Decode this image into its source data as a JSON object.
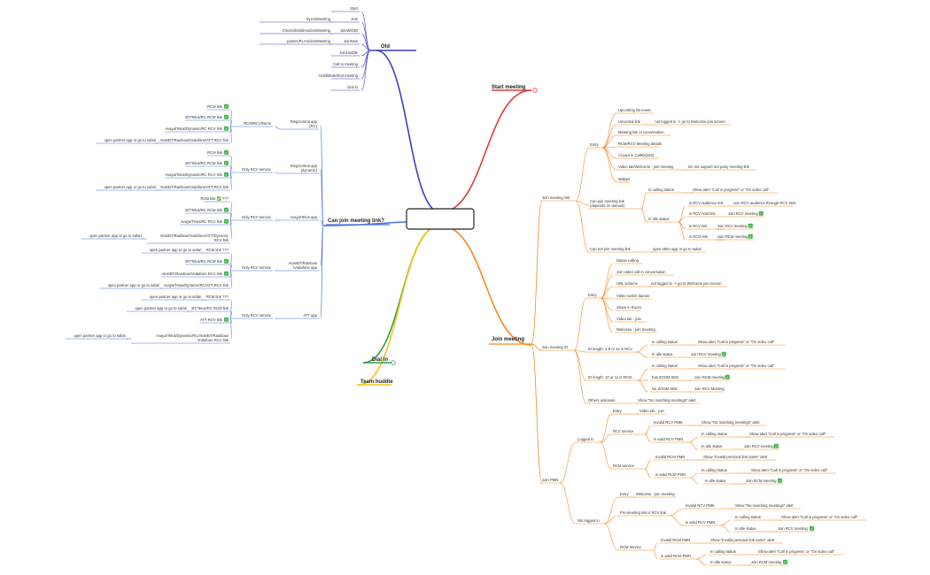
{
  "root": {
    "label": ""
  },
  "check": "✅",
  "colors": {
    "old": "#3b3fc4",
    "start": "#e53935",
    "join": "#f5891f",
    "can": "#4f72d8",
    "dial": "#2e9e48",
    "team": "#f5c518",
    "root_border": "#222222"
  },
  "branches": {
    "old": "Old",
    "start_meeting": "Start meeting",
    "join_meeting": "Join meeting",
    "can_join": "Can join meeting link?",
    "dial_in": "Dial in",
    "team_huddle": "Team huddle"
  },
  "old": [
    {
      "label": "Start"
    },
    {
      "label": "Join",
      "left": "tryJoinMeeting"
    },
    {
      "label": "JoinWithID",
      "left": "CheckIdValidAndJoinMeeting"
    },
    {
      "label": "JoinNow",
      "left": "parseURLAndJoinMeeting"
    },
    {
      "label": "JoinHuddle"
    },
    {
      "label": "Call to meeting"
    },
    {
      "label": "Hold/Mute/End meeting"
    },
    {
      "label": "Dial in"
    }
  ],
  "can_join": [
    {
      "app": "RingCentral app\n(RC)",
      "service": "RCM/RCV/None",
      "items": [
        {
          "label": "RCM link",
          "check": true
        },
        {
          "label": "BT/Telus/RC RCM link",
          "check": true
        },
        {
          "label": "Avaya/Telus/Dynamic/RC RCV link",
          "check": true
        },
        {
          "label": "Atos/BT/Rainbow/Vodafone/ATT RCV link",
          "left": "open partner app or go to safari"
        }
      ]
    },
    {
      "app": "RingCentral app\n(dynamic)",
      "service": "Only RCV service",
      "items": [
        {
          "label": "RCM link",
          "check": true
        },
        {
          "label": "BT/Telus/RC RCM link",
          "check": true
        },
        {
          "label": "Avaya/Telus/Dynamic/RC RCV link",
          "check": true
        },
        {
          "label": "Atos/BT/Rainbow/Vodafone/ATT RCV link",
          "left": "open partner app or go to safari"
        }
      ]
    },
    {
      "app": "Avaya/Telus app",
      "service": "Only RCV service",
      "items": [
        {
          "label": "RCM link ✅ ???"
        },
        {
          "label": "BT/Telus/RC RCM link",
          "check": true
        },
        {
          "label": "Avaya/Telus/RC RCV link",
          "check": true
        },
        {
          "label": "Atos/BT/Rainbow/Vodafone/ATT/Dynamic\nRCV link",
          "left": "open partner app or go to safari"
        }
      ]
    },
    {
      "app": "Atos/BT/Rainbow\n/Vodafone app",
      "service": "Only RCV service",
      "items": [
        {
          "label": "RCM link ???",
          "left": "open partner app or go to safari"
        },
        {
          "label": "BT/Telus/RC RCM link",
          "check": true
        },
        {
          "label": "Atos/BT/Rainbow/Vodafone RCV link",
          "check": true
        },
        {
          "label": "Avaya/Telus/Dynamic/RC/ATT RCV link",
          "left": "open partner app or go to safari"
        }
      ]
    },
    {
      "app": "ATT app",
      "service": "Only RCV service",
      "items": [
        {
          "label": "RCM link ???",
          "left": "open partner app or go to safari"
        },
        {
          "label": "BT/Telus/RC RCM link",
          "left": "open partner app or go to safari"
        },
        {
          "label": "ATT RCV link",
          "check": true
        },
        {
          "label": "Avaya/Telus/Dynamic/RC/Atos/BT/Rainbow/\nVodafone RCV link",
          "left": "open partner app or go to safari"
        }
      ]
    }
  ],
  "join_link": {
    "label": "Join meeting link",
    "entry_label": "Entry",
    "entries": [
      {
        "label": "Upcoming list event"
      },
      {
        "label": "Universal link",
        "right": "not logged in -> go to Welcome join screen"
      },
      {
        "label": "Meeting link in conversation"
      },
      {
        "label": "RCM/RCV Meeting details"
      },
      {
        "label": "Accept in CallKit(iOS)"
      },
      {
        "label": "Video tab/Welcome - join meeting",
        "right": "Do not support 3rd party meeting link"
      },
      {
        "label": "Widget"
      }
    ],
    "can_label": "Can join meeting link\n(depends on domain)",
    "in_calling": "In calling status",
    "in_calling_result": "Show alert \"Call in progress\" or \"On video call\"",
    "in_idle": "In idle status",
    "idle": [
      {
        "label": "is RCV audience link",
        "result": "Join RCV audience through RCV SDK"
      },
      {
        "label": "is RCV host link",
        "result": "Join RCV meeting",
        "check": true
      },
      {
        "label": "is RCV link",
        "result": "Join RCV meeting",
        "check": true
      },
      {
        "label": "is RCM link",
        "result": "Join RCM meeting",
        "check": true
      }
    ],
    "cannot_label": "Can not join meeting link",
    "cannot_result": "open other app or go to safari"
  },
  "join_id": {
    "label": "Join meeting ID",
    "entry_label": "Entry",
    "entries": [
      {
        "label": "Native calling"
      },
      {
        "label": "Join video call in conversation"
      },
      {
        "label": "URL scheme",
        "right": "not logged in -> go to Welcome join screen"
      },
      {
        "label": "Video switch banner"
      },
      {
        "label": "Share in Room"
      },
      {
        "label": "Video tab - join"
      },
      {
        "label": "Welcome - join meeting"
      }
    ],
    "rcv_label": "ID length: 1-9 or 12 is RCV",
    "rcv": [
      {
        "label": "In calling status",
        "result": "Show alert \"Call in progress\" or \"On video call\""
      },
      {
        "label": "In idle status",
        "result": "Join RCV meeting",
        "check": true
      }
    ],
    "rcm_label": "ID length: 10 or 11 is RCM",
    "rcm": [
      {
        "label": "In calling status",
        "result": "Show alert \"Call in progress\" or \"On video call\""
      },
      {
        "label": "has ZOOM SDK",
        "result": "Join RCM meeting",
        "check": true
      },
      {
        "label": "No ZOOM SDK",
        "result": "Join RCV Meeting"
      }
    ],
    "unknown_label": "Others unknown",
    "unknown_result": "Show \"No matching meetings\" alert"
  },
  "join_pmn": {
    "label": "Join PMN",
    "logged_in": {
      "label": "Logged in",
      "entry": "Entry",
      "entry_item": "Video tab - join",
      "rcv_service": "RCV service",
      "rcv_invalid": "Invalid RCV PMN",
      "rcv_invalid_result": "Show \"No matching meetings\" alert",
      "rcv_valid": "is valid RCV PMN",
      "rcm_service": "RCM service",
      "rcm_invalid": "Invalid RCM PMN",
      "rcm_invalid_result": "Show \"Invalid personal link name\" alert",
      "rcm_valid": "is valid RCM PMN"
    },
    "not_logged_in": {
      "label": "Not logged in",
      "entry": "Entry",
      "entry_item": "Welcome - join meeting",
      "pre": "Pre-meeting link is RCV link",
      "rcv_invalid": "Invalid RCV PMN",
      "rcv_invalid_result": "Show \"No matching meetings\" alert",
      "rcv_valid": "is valid RCV PMN",
      "rcm_service": "RCM service",
      "rcm_invalid": "Invalid RCM PMN",
      "rcm_invalid_result": "Show \"Invalid personal link name\" alert",
      "rcm_valid": "is valid RCM PMN"
    },
    "in_calling": "In calling status",
    "in_calling_result": "Show alert \"Call in progress\" or \"On video call\"",
    "in_idle": "In idle status",
    "join_rcv": "Join RCV meeting",
    "join_rcm": "Join RCM meeting"
  }
}
